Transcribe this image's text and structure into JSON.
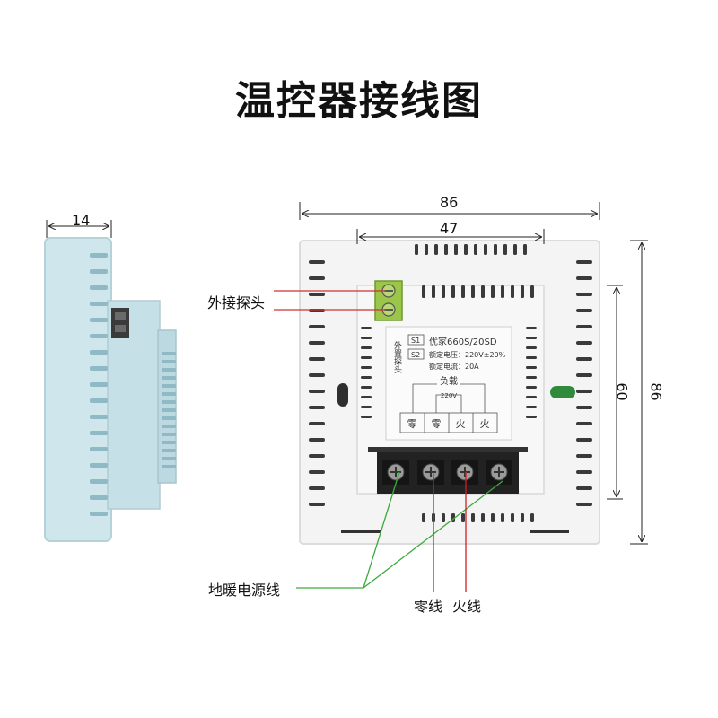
{
  "title": "温控器接线图",
  "dimensions": {
    "side_width": "14",
    "overall_width": "86",
    "inner_width": "47",
    "overall_height": "86",
    "inner_height": "60"
  },
  "labels": {
    "probe": "外接探头",
    "floor_power": "地暖电源线",
    "neutral": "零线",
    "live": "火线"
  },
  "sticker": {
    "probe_vertical": "外置探头",
    "s1": "S1",
    "s2": "S2",
    "model": "优家660S/20SD",
    "voltage": "额定电压：220V±20%",
    "current": "额定电流：20A",
    "load": "负载",
    "load_voltage": "220V",
    "terminals": [
      "零",
      "零",
      "火",
      "火"
    ]
  },
  "colors": {
    "device_side": "#cfe6ec",
    "device_back": "#f4f4f4",
    "terminal_block": "#2a2a2a",
    "red_line": "#d02020",
    "green_line": "#3caa3c",
    "pointer": "#d03030"
  }
}
